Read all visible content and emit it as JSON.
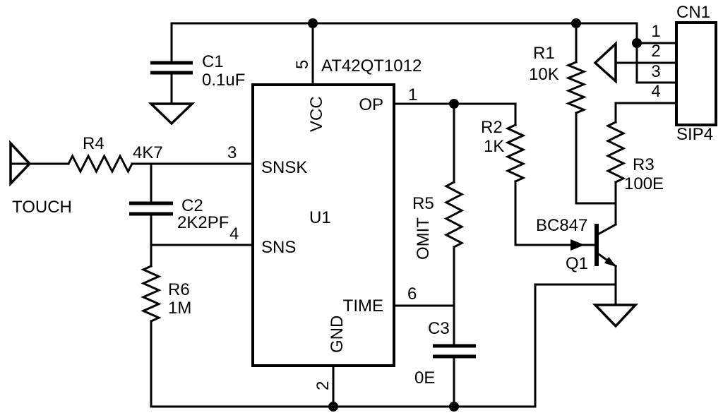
{
  "colors": {
    "background": "#ffffff",
    "line": "#000000",
    "text": "#000000"
  },
  "ic": {
    "title": "AT42QT1012",
    "refdes": "U1",
    "pins": {
      "vcc": {
        "number": "5",
        "label": "VCC"
      },
      "snsk": {
        "number": "3",
        "label": "SNSK"
      },
      "sns": {
        "number": "4",
        "label": "SNS"
      },
      "gnd": {
        "number": "2",
        "label": "GND"
      },
      "op": {
        "number": "1",
        "label": "OP"
      },
      "time": {
        "number": "6",
        "label": "TIME"
      }
    }
  },
  "components": {
    "c1": {
      "ref": "C1",
      "value": "0.1uF"
    },
    "c2": {
      "ref": "C2",
      "value": "2K2PF"
    },
    "c3": {
      "ref": "C3",
      "value": "0E"
    },
    "r1": {
      "ref": "R1",
      "value": "10K"
    },
    "r2": {
      "ref": "R2",
      "value": "1K"
    },
    "r3": {
      "ref": "R3",
      "value": "100E"
    },
    "r4": {
      "ref": "R4",
      "value": "4K7"
    },
    "r5": {
      "ref": "R5",
      "value": "OMIT"
    },
    "r6": {
      "ref": "R6",
      "value": "1M"
    },
    "q1": {
      "ref": "Q1",
      "value": "BC847"
    },
    "cn1": {
      "ref": "CN1",
      "type": "SIP4",
      "pins": [
        "1",
        "2",
        "3",
        "4"
      ]
    }
  },
  "ports": {
    "touch": "TOUCH"
  }
}
